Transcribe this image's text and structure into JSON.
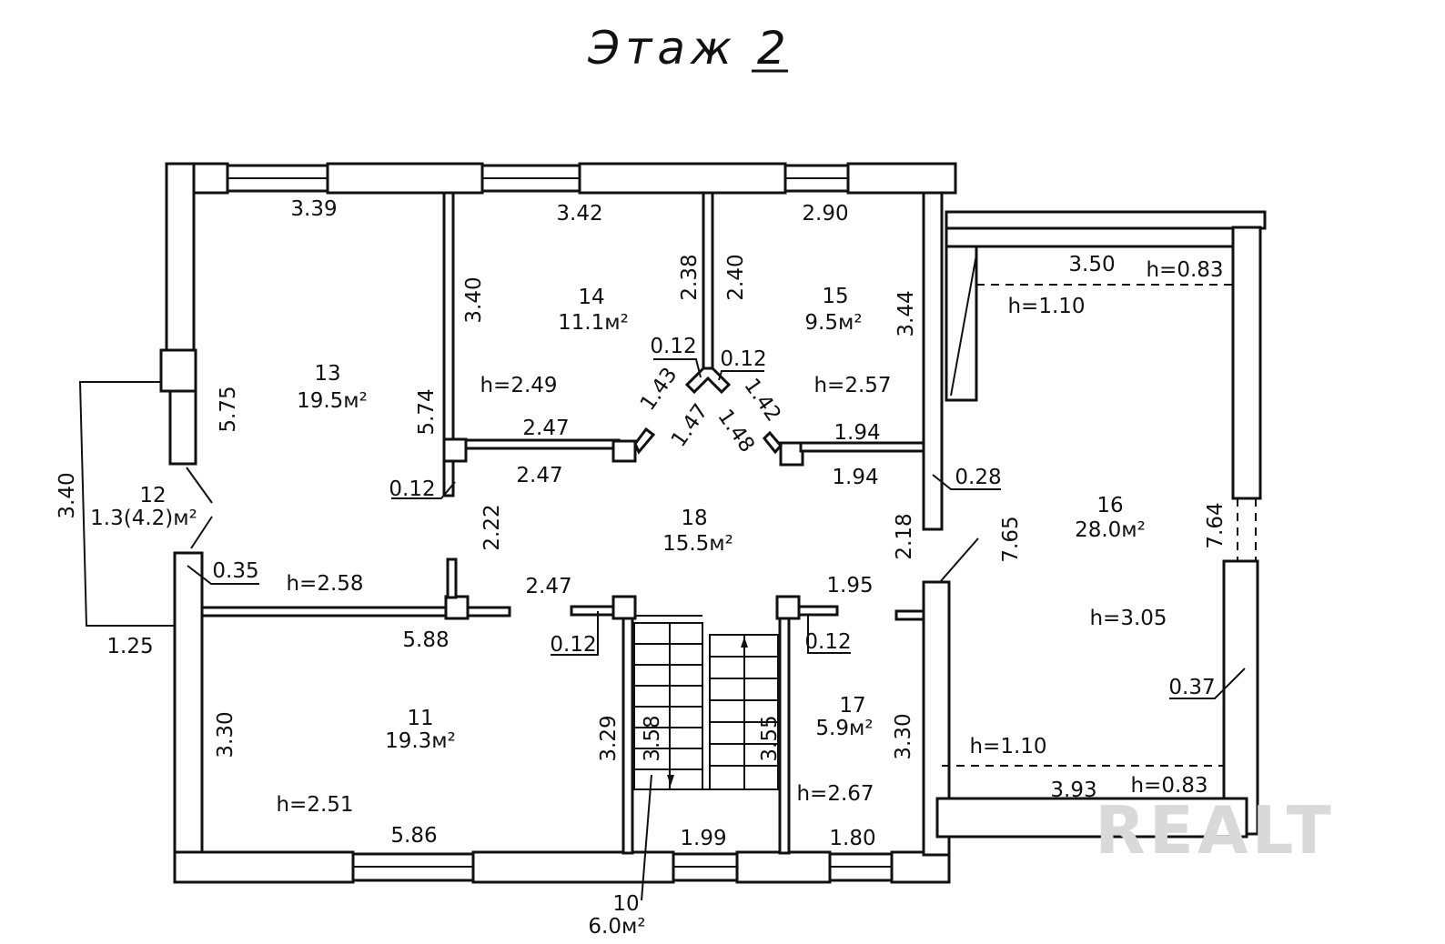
{
  "title": "Этаж 2",
  "watermark": "REALT",
  "rooms": [
    {
      "num": "13",
      "area": "19.5м²"
    },
    {
      "num": "14",
      "area": "11.1м²"
    },
    {
      "num": "15",
      "area": "9.5м²"
    },
    {
      "num": "12",
      "area": "1.3(4.2)м²"
    },
    {
      "num": "18",
      "area": "15.5м²"
    },
    {
      "num": "16",
      "area": "28.0м²"
    },
    {
      "num": "11",
      "area": "19.3м²"
    },
    {
      "num": "17",
      "area": "5.9м²"
    },
    {
      "num": "10",
      "area": "6.0м²"
    }
  ],
  "dims": [
    "3.39",
    "3.42",
    "2.90",
    "3.50",
    "3.40",
    "2.38",
    "2.40",
    "3.44",
    "5.75",
    "5.74",
    "0.12",
    "0.12",
    "1.43",
    "1.42",
    "1.47",
    "1.48",
    "2.47",
    "1.94",
    "2.47",
    "1.94",
    "0.12",
    "0.28",
    "3.40",
    "2.22",
    "2.18",
    "7.65",
    "7.64",
    "0.35",
    "2.47",
    "1.95",
    "5.88",
    "0.12",
    "0.12",
    "1.25",
    "0.37",
    "3.30",
    "3.29",
    "3.58",
    "3.55",
    "3.30",
    "3.93",
    "5.86",
    "1.99",
    "1.80"
  ],
  "heights": [
    "h=0.83",
    "h=1.10",
    "h=2.49",
    "h=2.57",
    "h=2.58",
    "h=3.05",
    "h=1.10",
    "h=0.83",
    "h=2.51",
    "h=2.67"
  ]
}
